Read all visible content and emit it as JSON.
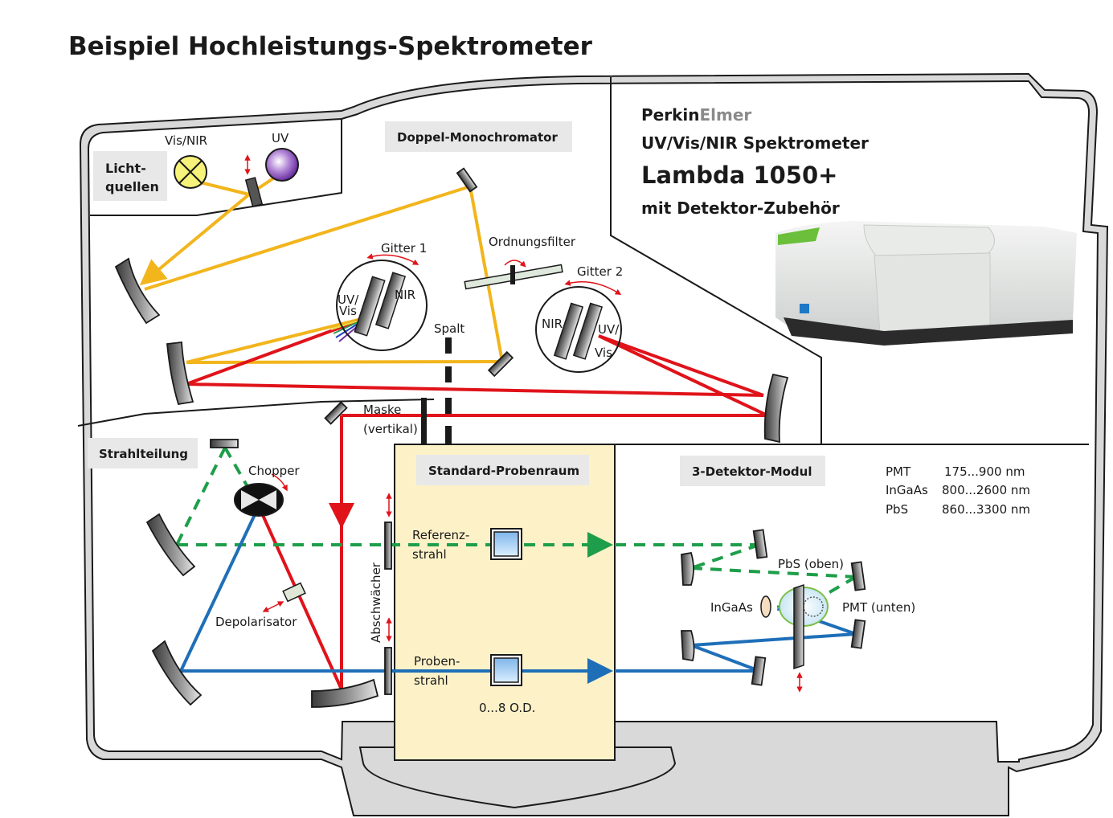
{
  "title": "Beispiel Hochleistungs-Spektrometer",
  "sections": {
    "lichtquellen": {
      "line1": "Licht-",
      "line2": "quellen"
    },
    "doppel_monochromator": "Doppel-Monochromator",
    "strahlteilung": "Strahlteilung",
    "standard_probenraum": "Standard-Probenraum",
    "detektor_modul": "3-Detektor-Modul"
  },
  "product": {
    "brand_a": "Perkin",
    "brand_b": "Elmer",
    "line2": "UV/Vis/NIR Spektrometer",
    "model": "Lambda 1050+",
    "line4": "mit Detektor-Zubehör"
  },
  "labels": {
    "vis_nir": "Vis/NIR",
    "uv": "UV",
    "gitter1": "Gitter 1",
    "gitter2": "Gitter 2",
    "ordnungsfilter": "Ordnungsfilter",
    "spalt": "Spalt",
    "grating_uv": "UV/",
    "grating_vis": "Vis",
    "grating_nir": "NIR",
    "maske1": "Maske",
    "maske2": "(vertikal)",
    "chopper": "Chopper",
    "depolarisator": "Depolarisator",
    "abschwaecher": "Abschwächer",
    "referenz1": "Referenz-",
    "referenz2": "strahl",
    "proben1": "Proben-",
    "proben2": "strahl",
    "od": "0...8 O.D.",
    "pbs_oben": "PbS (oben)",
    "ingaas": "InGaAs",
    "pmt_unten": "PMT (unten)"
  },
  "detectors": [
    {
      "name": "PMT",
      "range": "175...900 nm"
    },
    {
      "name": "InGaAs",
      "range": "800...2600 nm"
    },
    {
      "name": "PbS",
      "range": "860...3300 nm"
    }
  ],
  "colors": {
    "beam_source": "#f2b51c",
    "beam_mono": "#e0131a",
    "beam_reference": "#1e9e4a",
    "beam_sample": "#1f6fb8",
    "housing": "#d9d9d9",
    "sample_compartment": "#fdf1c8",
    "label_box": "#e8e8e8"
  }
}
